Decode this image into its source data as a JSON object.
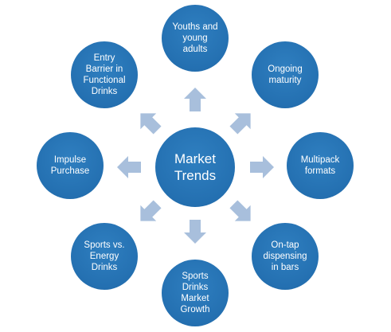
{
  "center": {
    "label": "Market\nTrends"
  },
  "nodes": [
    {
      "id": "youths-young-adults",
      "label": "Youths and\nyoung\nadults"
    },
    {
      "id": "ongoing-maturity",
      "label": "Ongoing\nmaturity"
    },
    {
      "id": "multipack-formats",
      "label": "Multipack\nformats"
    },
    {
      "id": "on-tap-dispensing",
      "label": "On-tap\ndispensing\nin bars"
    },
    {
      "id": "sports-drinks-growth",
      "label": "Sports\nDrinks\nMarket\nGrowth"
    },
    {
      "id": "sports-vs-energy",
      "label": "Sports vs.\nEnergy\nDrinks"
    },
    {
      "id": "impulse-purchase",
      "label": "Impulse\nPurchase"
    },
    {
      "id": "entry-barrier",
      "label": "Entry\nBarrier in\nFunctional\nDrinks"
    }
  ],
  "colors": {
    "node_fill": "#2470b1",
    "arrow_fill": "#a8bfdc",
    "text": "#ffffff"
  }
}
